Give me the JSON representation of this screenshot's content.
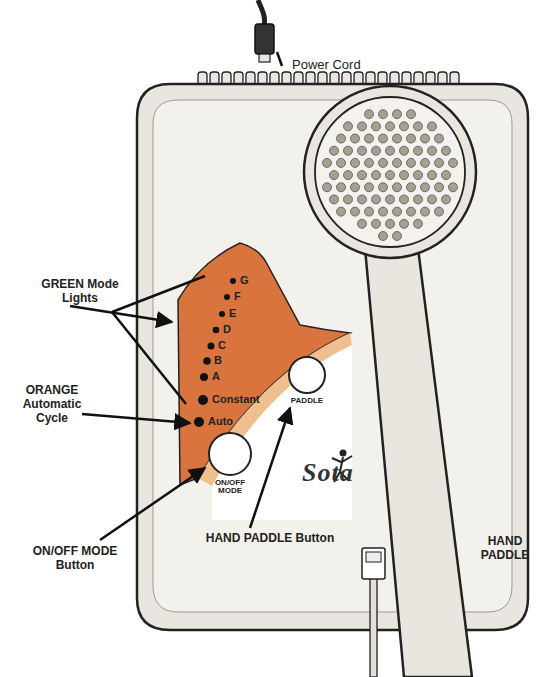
{
  "diagram": {
    "nodes": [
      {
        "text": [
          "PADDLE"
        ]
      },
      {
        "text": [
          "ON/OFF MODE"
        ]
      }
    ],
    "labels": [
      "Power Cord",
      "GREEN Mode Lights",
      "G",
      "F",
      "E",
      "D",
      "C",
      "B",
      "A",
      "Constant",
      "Auto",
      "ORANGE Automatic Cycle",
      "Sota",
      "ON/OFF MODE Button",
      "HAND PADDLE Button",
      "HAND PADDLE"
    ]
  }
}
